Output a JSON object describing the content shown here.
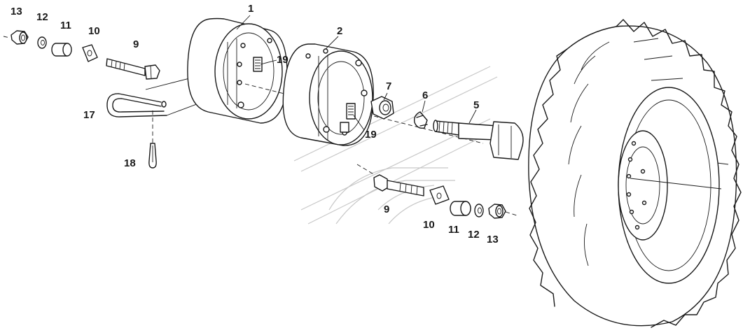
{
  "labels": [
    {
      "key": "p1",
      "text": "1"
    },
    {
      "key": "p2",
      "text": "2"
    },
    {
      "key": "p5",
      "text": "5"
    },
    {
      "key": "p6",
      "text": "6"
    },
    {
      "key": "p7",
      "text": "7"
    },
    {
      "key": "p9a",
      "text": "9"
    },
    {
      "key": "p9b",
      "text": "9"
    },
    {
      "key": "p10a",
      "text": "10"
    },
    {
      "key": "p10b",
      "text": "10"
    },
    {
      "key": "p11a",
      "text": "11"
    },
    {
      "key": "p11b",
      "text": "11"
    },
    {
      "key": "p12a",
      "text": "12"
    },
    {
      "key": "p12b",
      "text": "12"
    },
    {
      "key": "p13a",
      "text": "13"
    },
    {
      "key": "p13b",
      "text": "13"
    },
    {
      "key": "p17",
      "text": "17"
    },
    {
      "key": "p18",
      "text": "18"
    },
    {
      "key": "p19a",
      "text": "19"
    },
    {
      "key": "p19b",
      "text": "19"
    }
  ]
}
